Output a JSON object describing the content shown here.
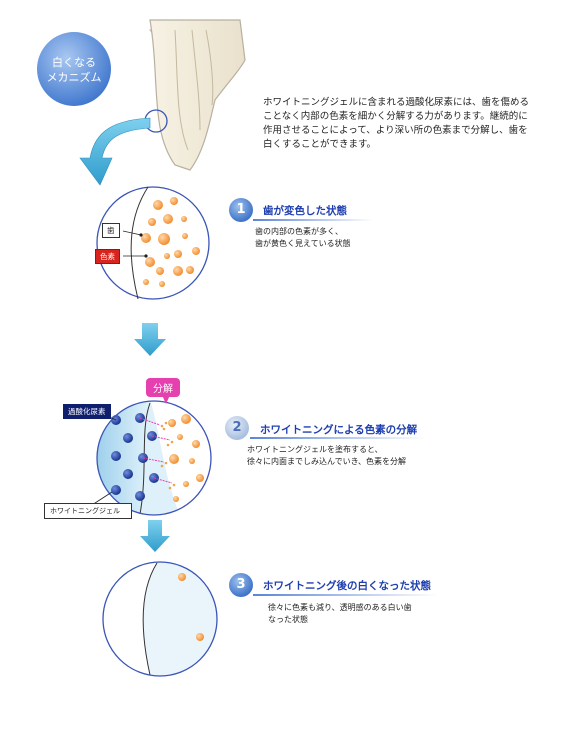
{
  "bubble": {
    "line1": "白くなる",
    "line2": "メカニズム"
  },
  "intro": {
    "lines": [
      "ホワイトニングジェルに含まれる過酸化尿素には、歯を傷める",
      "ことなく内部の色素を細かく分解する力があります。継続的に",
      "作用させることによって、より深い所の色素まで分解し、歯を",
      "白くすることができます。"
    ]
  },
  "steps": [
    {
      "num": "1",
      "title": "歯が変色した状態",
      "desc": [
        "歯の内部の色素が多く、",
        "歯が黄色く見えている状態"
      ]
    },
    {
      "num": "2",
      "title": "ホワイトニングによる色素の分解",
      "desc": [
        "ホワイトニングジェルを塗布すると、",
        "徐々に内面までしみ込んでいき、色素を分解"
      ]
    },
    {
      "num": "3",
      "title": "ホワイトニング後の白くなった状態",
      "desc": [
        "徐々に色素も減り、透明感のある白い歯",
        "なった状態"
      ]
    }
  ],
  "labels": {
    "tooth": "歯",
    "pigment": "色素",
    "peroxide": "過酸化尿素",
    "decompose": "分解",
    "gel": "ホワイトニングジェル"
  },
  "colors": {
    "bubble": "#4f86d6",
    "arrow": "#4fb3d9",
    "pigment": "#f3a24d",
    "peroxide": "#1e3a9a",
    "gel": "#bfe0f2",
    "step_title": "#1f3fb0",
    "decompose_badge": "#e63fb0"
  }
}
